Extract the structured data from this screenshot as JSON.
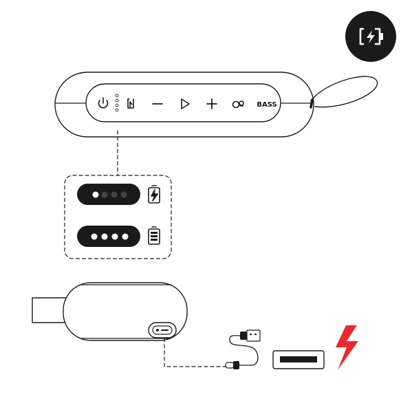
{
  "diagram": {
    "kind": "speaker-charging-instructions",
    "control_panel": {
      "buttons": [
        "power-icon",
        "mode-icon",
        "volume-down-icon",
        "play-icon",
        "volume-up-icon",
        "link-icon",
        "bass-icon"
      ],
      "bass_label": "BASS"
    },
    "battery_states": [
      {
        "state": "charging",
        "lit_leds": 1,
        "total_leds": 4,
        "icon": "battery-charging-icon"
      },
      {
        "state": "full",
        "lit_leds": 4,
        "total_leds": 4,
        "icon": "battery-full-icon"
      }
    ],
    "charge_badge_icon": "charging-badge-icon",
    "power_source_icon": "lightning-bolt-icon",
    "colors": {
      "line": "#1a1a1a",
      "panel": "#ffffff",
      "pill": "#1a1a1a",
      "led_on": "#ffffff",
      "led_off": "#444444",
      "accent": "#e8292e"
    }
  }
}
